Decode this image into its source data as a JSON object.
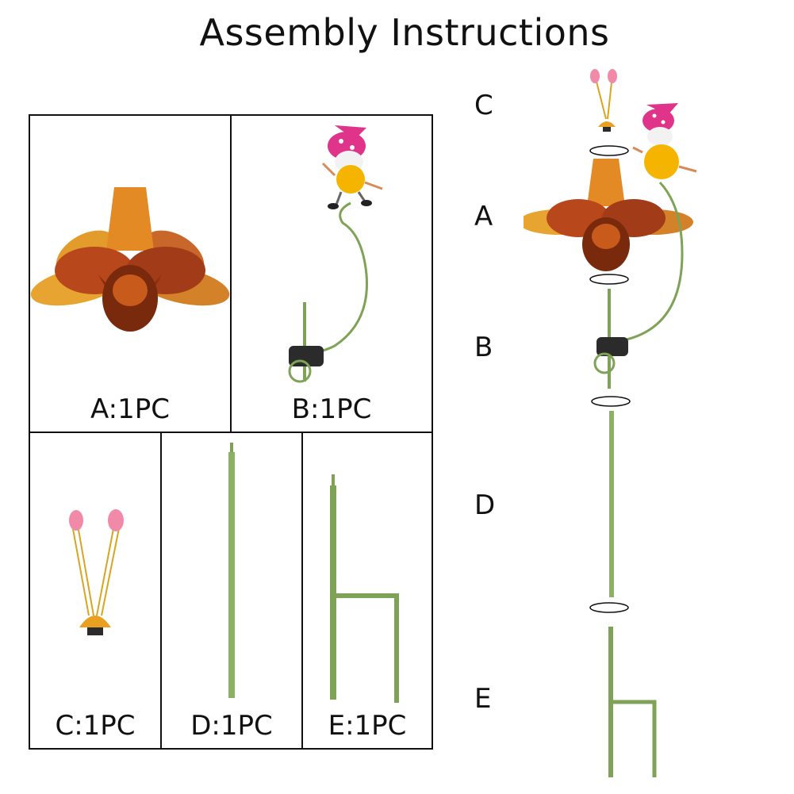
{
  "title": "Assembly Instructions",
  "parts": [
    {
      "id": "A",
      "label": "A:1PC",
      "name": "flower"
    },
    {
      "id": "B",
      "label": "B:1PC",
      "name": "gnome-stake"
    },
    {
      "id": "C",
      "label": "C:1PC",
      "name": "crystal-topper"
    },
    {
      "id": "D",
      "label": "D:1PC",
      "name": "straight-rod"
    },
    {
      "id": "E",
      "label": "E:1PC",
      "name": "ground-stake"
    }
  ],
  "assembly_steps": [
    "C",
    "A",
    "B",
    "D",
    "E"
  ],
  "colors": {
    "petal_dark": "#8a2e0e",
    "petal_light": "#e8a431",
    "rod_green": "#7fa356",
    "gnome_hat": "#e0338a",
    "gnome_body": "#f5b400",
    "crystal_pink": "#f08aa8"
  },
  "icons": [
    "rotate-arrow-icon"
  ]
}
